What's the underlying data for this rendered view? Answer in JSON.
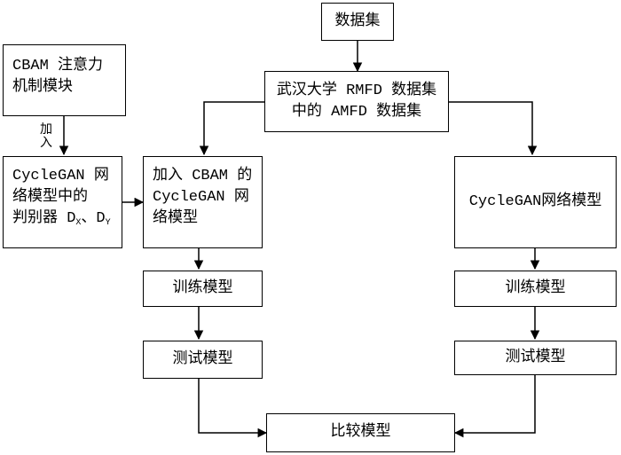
{
  "nodes": {
    "dataset": "数据集",
    "rmfd_amfd_line1": "武汉大学 RMFD 数据集",
    "rmfd_amfd_line2": "中的 AMFD 数据集",
    "cbam_line1": "CBAM 注意力",
    "cbam_line2": "机制模块",
    "disc_line1": "CycleGAN 网",
    "disc_line2": "络模型中的",
    "disc_line3_prefix": "判别器 D",
    "disc_sub_x": "X",
    "disc_sep": "、D",
    "disc_sub_y": "Y",
    "cbam_gan_line1": "加入 CBAM 的",
    "cbam_gan_line2": "CycleGAN 网",
    "cbam_gan_line3": "络模型",
    "plain_gan": "CycleGAN网络模型",
    "train_left": "训练模型",
    "test_left": "测试模型",
    "train_right": "训练模型",
    "test_right": "测试模型",
    "compare": "比较模型"
  },
  "edges": {
    "add_label_1": "加",
    "add_label_2": "入"
  }
}
